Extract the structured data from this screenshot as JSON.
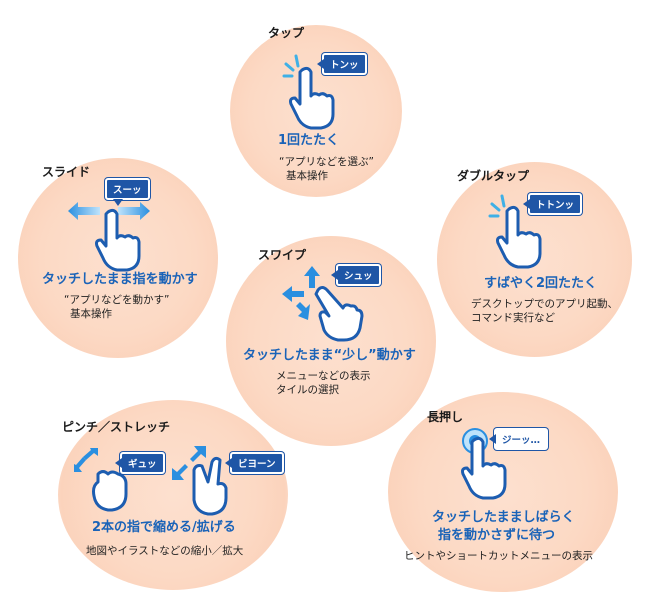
{
  "gestures": {
    "tap": {
      "title": "タップ",
      "sound": "トンッ",
      "action": "1回たたく",
      "desc": [
        "“アプリなどを選ぶ”",
        "基本操作"
      ]
    },
    "slide": {
      "title": "スライド",
      "sound": "スーッ",
      "action": "タッチしたまま指を動かす",
      "desc": [
        "“アプリなどを動かす”",
        "基本操作"
      ]
    },
    "double_tap": {
      "title": "ダブルタップ",
      "sound": "トトンッ",
      "action": "すばやく2回たたく",
      "desc": [
        "デスクトップでのアプリ起動、",
        "コマンド実行など"
      ]
    },
    "swipe": {
      "title": "スワイプ",
      "sound": "シュッ",
      "action": "タッチしたまま“少し”動かす",
      "desc": [
        "メニューなどの表示",
        "タイルの選択"
      ]
    },
    "pinch": {
      "title": "ピンチ／ストレッチ",
      "sound_pinch": "ギュッ",
      "sound_stretch": "ビヨーン",
      "action": "2本の指で縮める/拡げる",
      "desc": [
        "地図やイラストなどの縮小／拡大"
      ]
    },
    "long_press": {
      "title": "長押し",
      "sound": "ジーッ…",
      "action": [
        "タッチしたまましばらく",
        "指を動かさずに待つ"
      ],
      "desc": [
        "ヒントやショートカットメニューの表示"
      ]
    }
  },
  "colors": {
    "accent": "#1a63b8",
    "tag": "#1f56a6",
    "bubble": "#fcd9c4",
    "hand_stroke": "#1d5db0"
  }
}
